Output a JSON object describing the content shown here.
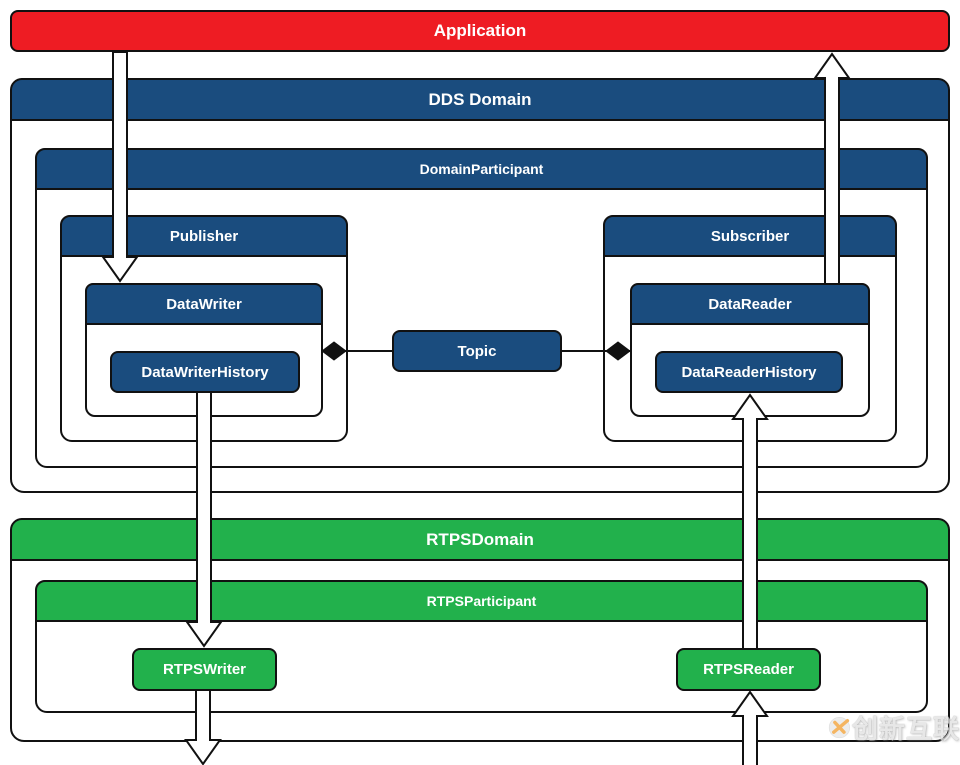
{
  "colors": {
    "red": "#EE1C23",
    "blue": "#1A4C7E",
    "green": "#22B14C",
    "line": "#111111",
    "watermark_accent": "#F2A33B"
  },
  "nodes": {
    "application": "Application",
    "dds_domain": "DDS Domain",
    "domain_participant": "DomainParticipant",
    "publisher": "Publisher",
    "subscriber": "Subscriber",
    "data_writer": "DataWriter",
    "data_reader": "DataReader",
    "data_writer_history": "DataWriterHistory",
    "data_reader_history": "DataReaderHistory",
    "topic": "Topic",
    "rtps_domain": "RTPSDomain",
    "rtps_participant": "RTPSParticipant",
    "rtps_writer": "RTPSWriter",
    "rtps_reader": "RTPSReader"
  },
  "watermark": {
    "text": "创新互联"
  }
}
